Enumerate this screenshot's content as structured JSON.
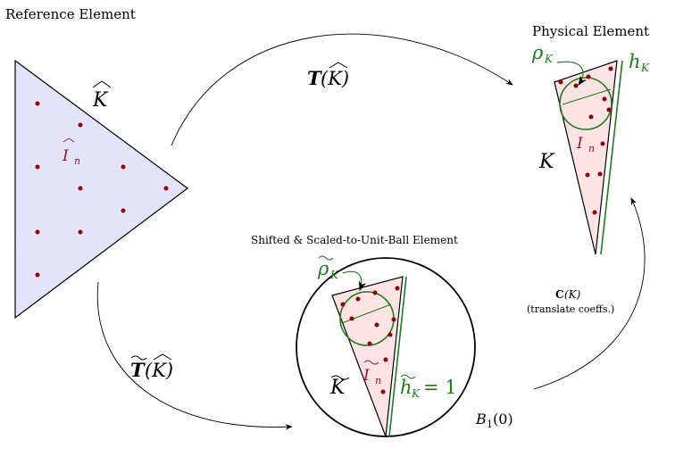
{
  "colors": {
    "reference_fill": "#e3e3fb",
    "physical_fill": "#fde3e3",
    "node": "#8b0000",
    "green": "#1f7a1f",
    "red_label": "#a01020",
    "stroke": "#000000"
  },
  "labels": {
    "reference_title": "Reference Element",
    "physical_title": "Physical Element",
    "shifted_title": "Shifted & Scaled-to-Unit-Ball Element",
    "ref_element": "K",
    "ref_nodes": "I",
    "ref_nodes_sub": "n",
    "map_T": "T",
    "map_T_arg": "(K)",
    "map_T_tilde": "T",
    "map_T_tilde_arg": "(K)",
    "phys_element": "K",
    "phys_nodes": "I",
    "phys_nodes_sub": "n",
    "rho": "ρ",
    "rho_sub": "K",
    "h": "h",
    "h_sub": "K",
    "rho_tilde": "ρ",
    "rho_tilde_sub": "K",
    "h_tilde": "h",
    "h_tilde_sub": "K",
    "h_tilde_eq": " = 1",
    "shifted_element": "K",
    "shifted_nodes": "I",
    "shifted_nodes_sub": "n",
    "ball": "B",
    "ball_sub": "1",
    "ball_arg": "(0)",
    "coeff": "C",
    "coeff_arg": "(K)",
    "coeff_note": "(translate coeffs.)"
  }
}
